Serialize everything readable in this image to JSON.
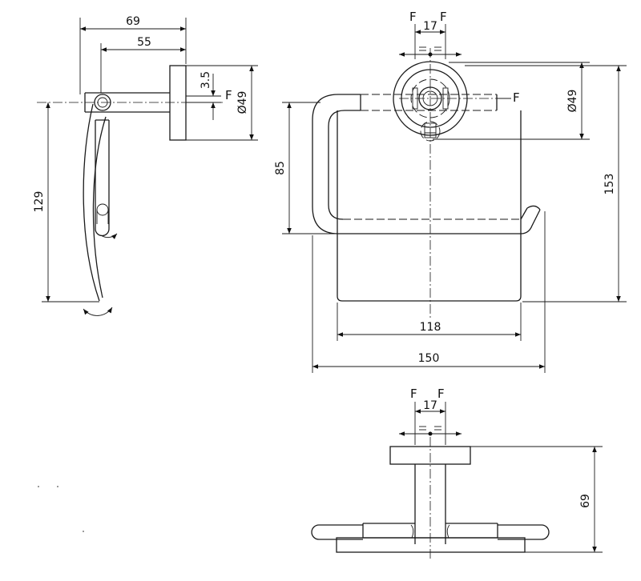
{
  "side_view": {
    "dim_total_depth": "69",
    "dim_arm_depth": "55",
    "dim_offset": "3.5",
    "dim_rosette_dia": "Ø49",
    "dim_height": "129",
    "fix_label": "F"
  },
  "front_view": {
    "dim_top_width": "17",
    "fix_top_left": "F",
    "fix_top_right": "F",
    "fix_right": "F",
    "dim_rosette_dia": "Ø49",
    "dim_arm_height": "85",
    "dim_total_height": "153",
    "dim_flap_width": "118",
    "dim_total_width": "150"
  },
  "top_view": {
    "fix_left": "F",
    "fix_right": "F",
    "dim_width": "17",
    "dim_depth": "69"
  },
  "colors": {
    "line": "#1a1a1a",
    "background": "#ffffff"
  }
}
